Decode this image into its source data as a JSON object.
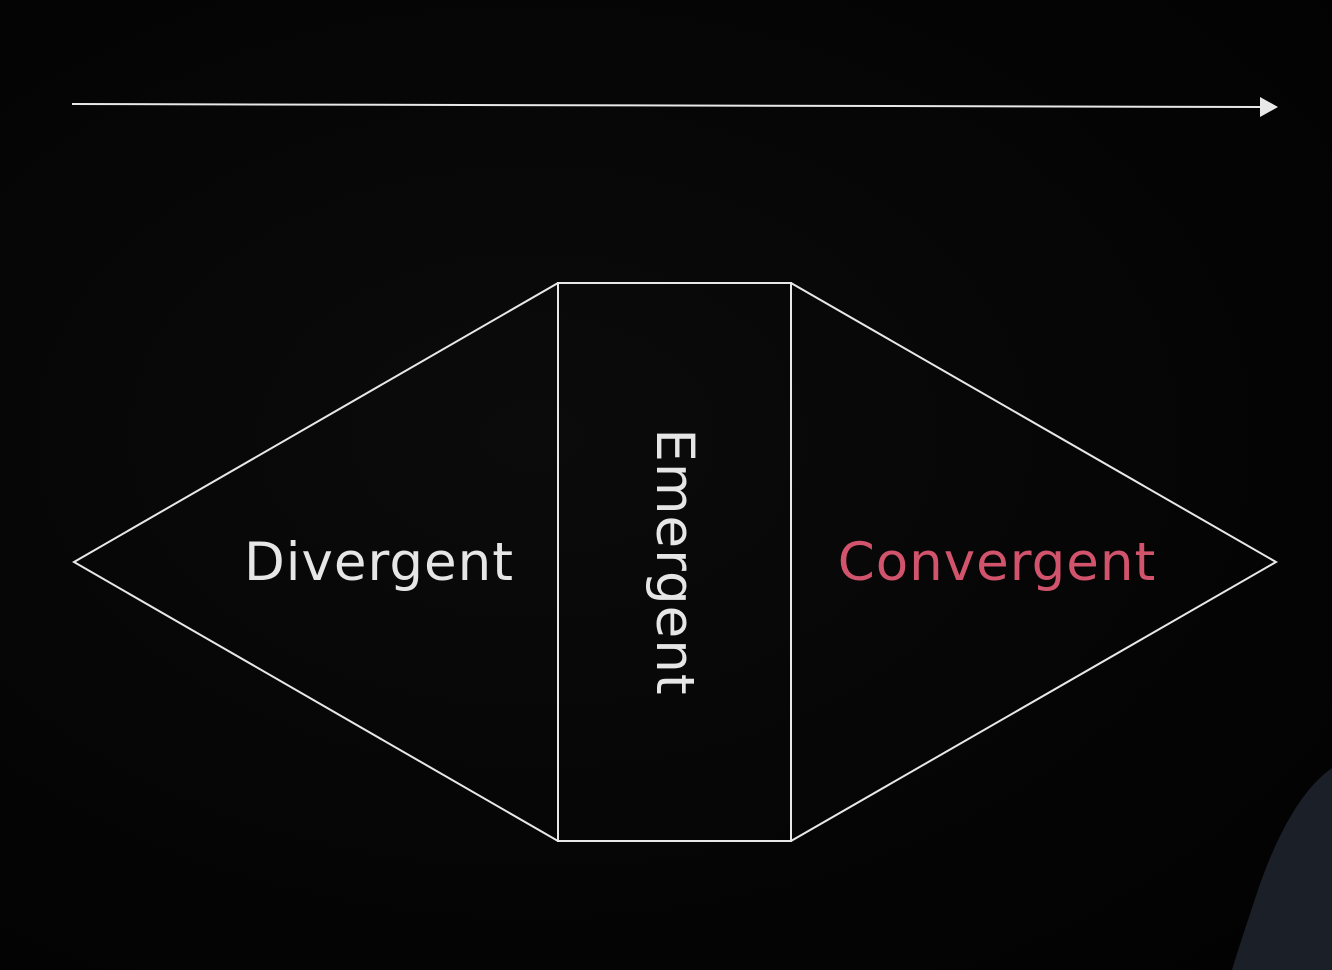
{
  "diagram": {
    "labels": {
      "divergent": "Divergent",
      "emergent": "Emergent",
      "convergent": "Convergent"
    },
    "colors": {
      "background": "#050505",
      "line": "#e8e8e8",
      "text": "#e6e6e6",
      "accent": "#d1546c",
      "presenter_shadow": "#1b1f28"
    },
    "icons": {
      "timeline_arrowhead": "arrowhead-right-icon"
    }
  }
}
